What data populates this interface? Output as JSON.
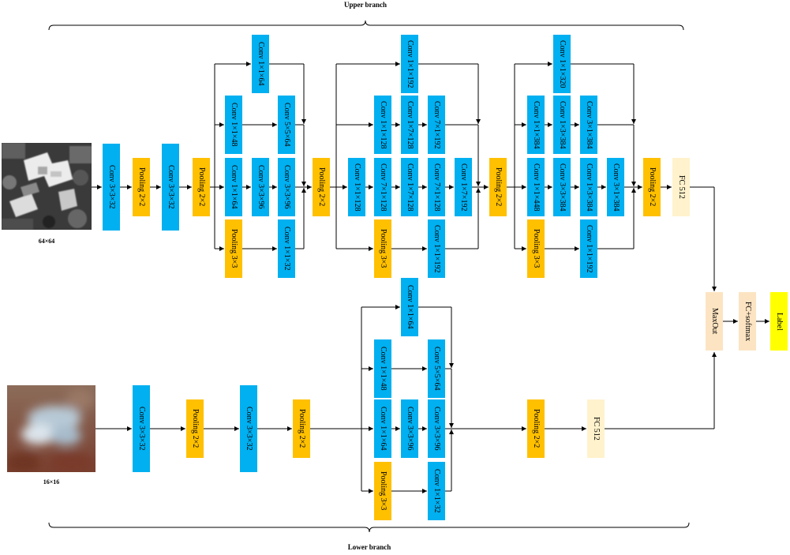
{
  "upper_branch": {
    "title": "Upper branch",
    "input_label": "64×64",
    "stem": [
      "Conv 3×3×32",
      "Pooling 2×2",
      "Conv 3×3×32",
      "Pooling 2×2"
    ],
    "inception_a": {
      "branch1": [
        "Conv 1×1×64"
      ],
      "branch2": [
        "Conv 1×1×48",
        "Conv 5×5×64"
      ],
      "branch3": [
        "Conv 1×1×64",
        "Conv 3×3×96",
        "Conv 3×3×96"
      ],
      "branch4": [
        "Pooling 3×3",
        "Conv 1×1×32"
      ]
    },
    "pool_after_a": "Pooling 2×2",
    "inception_b": {
      "branch1": [
        "Conv 1×1×192"
      ],
      "branch2": [
        "Conv 1×1×128",
        "Conv 1×7×128",
        "Conv 7×1×192"
      ],
      "branch3": [
        "Conv 1×1×128",
        "Conv 7×1×128",
        "Conv 1×7×128",
        "Conv 7×1×128",
        "Conv 1×7×192"
      ],
      "branch4": [
        "Pooling 3×3",
        "Conv 1×1×192"
      ]
    },
    "pool_after_b": "Pooling 2×2",
    "inception_c": {
      "branch1": [
        "Conv 1×1×320"
      ],
      "branch2": [
        "Conv 1×1×384",
        "Conv 1×3×384",
        "Conv 3×1×384"
      ],
      "branch3": [
        "Conv 1×1×448",
        "Conv 3×3×384",
        "Conv 1×3×384",
        "Conv 3×1×384"
      ],
      "branch4": [
        "Pooling 3×3",
        "Conv 1×1×192"
      ]
    },
    "pool_after_c": "Pooling 2×2",
    "fc": "FC 512"
  },
  "lower_branch": {
    "title": "Lower branch",
    "input_label": "16×16",
    "stem": [
      "Conv 3×3×32",
      "Pooling 2×2",
      "Conv 3×3×32",
      "Pooling 2×2"
    ],
    "inception_a": {
      "branch1": [
        "Conv 1×1×64"
      ],
      "branch2": [
        "Conv 1×1×48",
        "Conv 5×5×64"
      ],
      "branch3": [
        "Conv 1×1×64",
        "Conv 3×3×96",
        "Conv 3×3×96"
      ],
      "branch4": [
        "Pooling 3×3",
        "Conv 1×1×32"
      ]
    },
    "pool_after_a": "Pooling 2×2",
    "fc": "FC 512"
  },
  "head": {
    "maxout": "MaxOut",
    "fc_softmax": "FC+softmax",
    "output": "Label"
  },
  "colors": {
    "conv": "#00B0F0",
    "pooling": "#FFC000",
    "fc": "#FFF2CC",
    "head": "#FCE4C2",
    "output": "#FFFF00"
  }
}
